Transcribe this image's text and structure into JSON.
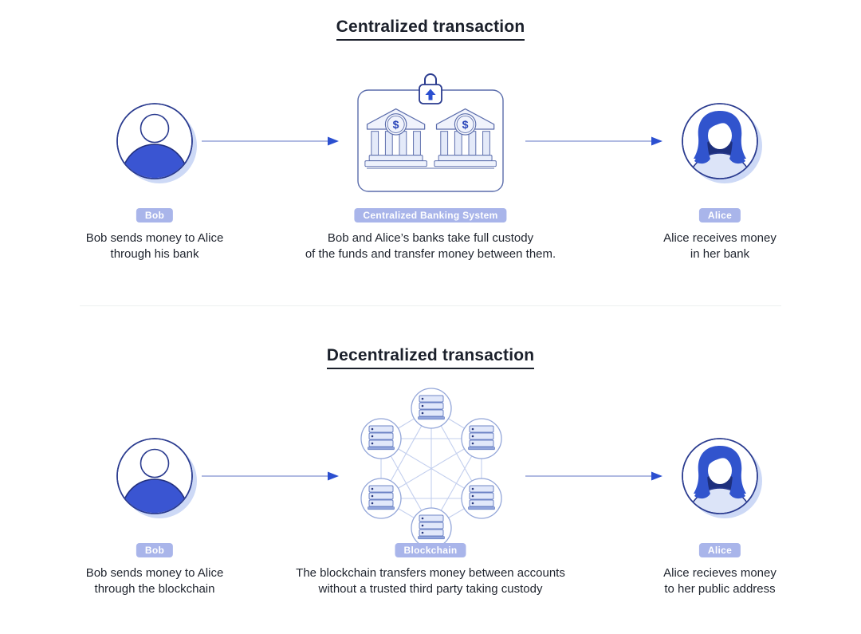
{
  "colors": {
    "accent_blue": "#3a55d2",
    "dark_navy": "#1d2f7d",
    "outline_navy": "#2a3b8f",
    "badge_bg": "#a9b5ea",
    "badge_text": "#ffffff",
    "text_dark": "#1f242e",
    "icon_outline": "#5a6cab",
    "icon_fill": "#eef2fc",
    "arrow_line": "#95a4d8",
    "arrow_head": "#2b4fd0",
    "network_link": "#c3cfee",
    "avatar_shadow": "#cdd9f6",
    "divider": "#ecf0ef"
  },
  "icons": {
    "bank_dollar": "$"
  },
  "sections": [
    {
      "title": "Centralized transaction",
      "left": {
        "badge": "Bob",
        "caption": "Bob sends money to Alice\nthrough his bank"
      },
      "center": {
        "badge": "Centralized Banking System",
        "caption": "Bob and Alice’s banks take full custody\nof the funds and transfer money between them."
      },
      "right": {
        "badge": "Alice",
        "caption": "Alice receives money\nin her bank"
      }
    },
    {
      "title": "Decentralized transaction",
      "left": {
        "badge": "Bob",
        "caption": "Bob sends money to Alice\nthrough the blockchain"
      },
      "center": {
        "badge": "Blockchain",
        "caption": "The blockchain transfers money between accounts\nwithout a trusted third party taking custody"
      },
      "right": {
        "badge": "Alice",
        "caption": "Alice recieves money\nto her public address"
      }
    }
  ]
}
